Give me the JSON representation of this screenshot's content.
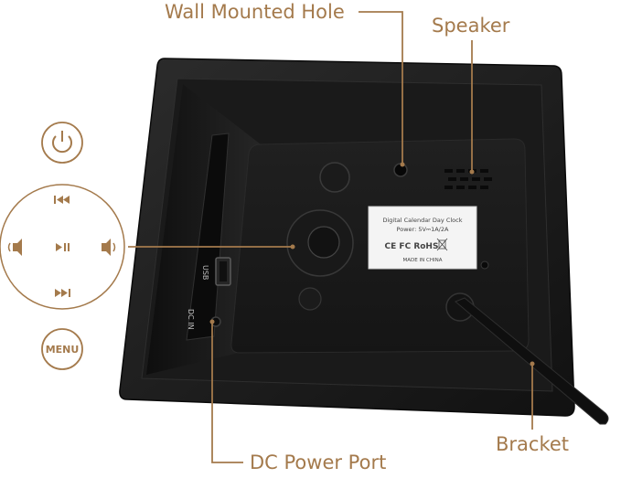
{
  "theme": {
    "accent": "#a47a4c",
    "frame_dark": "#1f1f1f",
    "frame_panel": "#161616",
    "background": "#ffffff"
  },
  "callouts": {
    "wall_mounted_hole": "Wall Mounted Hole",
    "speaker": "Speaker",
    "dc_power_port": "DC Power Port",
    "bracket": "Bracket"
  },
  "control_icons": {
    "power": "power-icon",
    "previous": "skip-previous-icon",
    "play_pause": "play-pause-icon",
    "next": "skip-next-icon",
    "volume_down": "volume-down-icon",
    "volume_up": "volume-up-icon",
    "menu_label": "MENU"
  },
  "label_sticker": {
    "line1": "Digital Calendar Day Clock",
    "line2": "Power: 5V⎓1A/2A",
    "marks": "CE FC RoHS",
    "footer": "MADE IN CHINA"
  },
  "port_labels": {
    "usb": "USB",
    "dc": "DC IN"
  }
}
